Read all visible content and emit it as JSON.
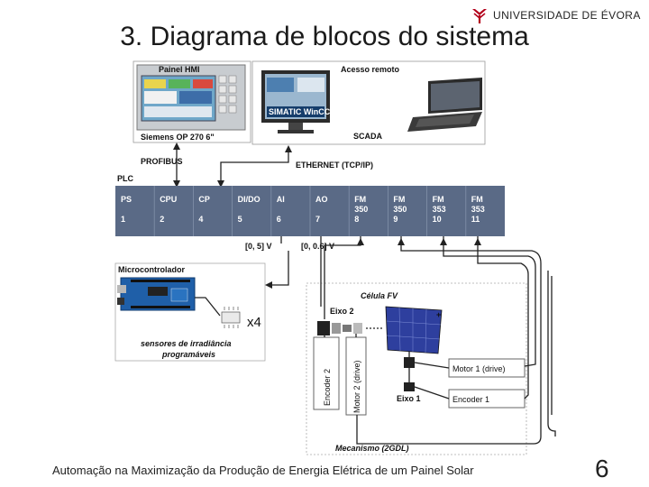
{
  "slide": {
    "title": "3. Diagrama de blocos do sistema",
    "footer": "Automação na Maximização da Produção de Energia Elétrica de um Painel Solar",
    "page_number": "6"
  },
  "logo": {
    "text": "UNIVERSIDADE DE ÉVORA",
    "color": "#b3001b"
  },
  "diagram": {
    "hmi_label": "Painel HMI",
    "hmi_model": "Siemens OP 270 6\"",
    "remote_label": "Acesso remoto",
    "wincc_label": "SIMATIC WinCC",
    "scada_label": "SCADA",
    "profibus_label": "PROFIBUS",
    "ethernet_label": "ETHERNET (TCP/IP)",
    "plc_label": "PLC",
    "plc_modules": [
      {
        "name": "PS",
        "sub": "",
        "slot": "1"
      },
      {
        "name": "CPU",
        "sub": "",
        "slot": "2"
      },
      {
        "name": "CP",
        "sub": "",
        "slot": "4"
      },
      {
        "name": "DI/DO",
        "sub": "",
        "slot": "5"
      },
      {
        "name": "AI",
        "sub": "",
        "slot": "6"
      },
      {
        "name": "AO",
        "sub": "",
        "slot": "7"
      },
      {
        "name": "FM",
        "sub": "350",
        "slot": "8"
      },
      {
        "name": "FM",
        "sub": "350",
        "slot": "9"
      },
      {
        "name": "FM",
        "sub": "353",
        "slot": "10"
      },
      {
        "name": "FM",
        "sub": "353",
        "slot": "11"
      }
    ],
    "range_ai": "[0, 5] V",
    "range_ao": "[0, 0.6] V",
    "micro_label": "Microcontrolador",
    "sensor_count": "x4",
    "sensors_label_1": "sensores de irradiância",
    "sensors_label_2": "programáveis",
    "cell_label": "Célula FV",
    "eixo2_label": "Eixo 2",
    "eixo1_label": "Eixo 1",
    "encoder2_label": "Encoder 2",
    "motor2_label": "Motor 2 (drive)",
    "motor1_label": "Motor 1 (drive)",
    "encoder1_label": "Encoder 1",
    "plus_label": "+",
    "mechanism_label": "Mecanismo (2GDL)",
    "colors": {
      "plc_rack": "#5a6a86",
      "pcb": "#1f5fa8",
      "solar": "#2e3f9e"
    }
  }
}
